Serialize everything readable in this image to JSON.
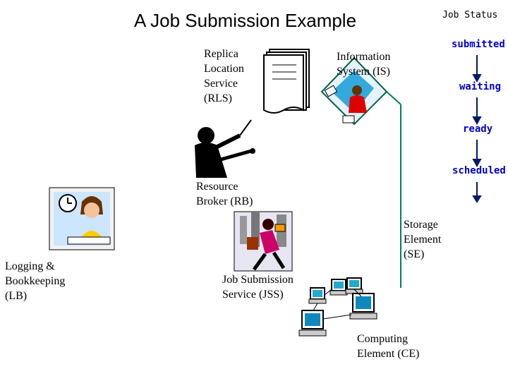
{
  "title": "A Job Submission Example",
  "job_status": {
    "heading": "Job Status",
    "states": [
      "submitted",
      "waiting",
      "ready",
      "scheduled"
    ]
  },
  "components": {
    "rls": "Replica\nLocation\nService\n(RLS)",
    "is": "Information\nSystem (IS)",
    "rb": "Resource\nBroker (RB)",
    "se": "Storage\nElement\n(SE)",
    "lb": "Logging &\nBookkeeping\n(LB)",
    "jss": "Job Submission\nService (JSS)",
    "ce": "Computing\nElement (CE)"
  },
  "colors": {
    "status_text": "#0000cc",
    "arrow": "#001a66",
    "connector": "#008060"
  },
  "icons": [
    "document-stack-icon",
    "office-worker-icon",
    "conductor-icon",
    "reader-icon",
    "runner-icon",
    "computer-network-icon"
  ]
}
